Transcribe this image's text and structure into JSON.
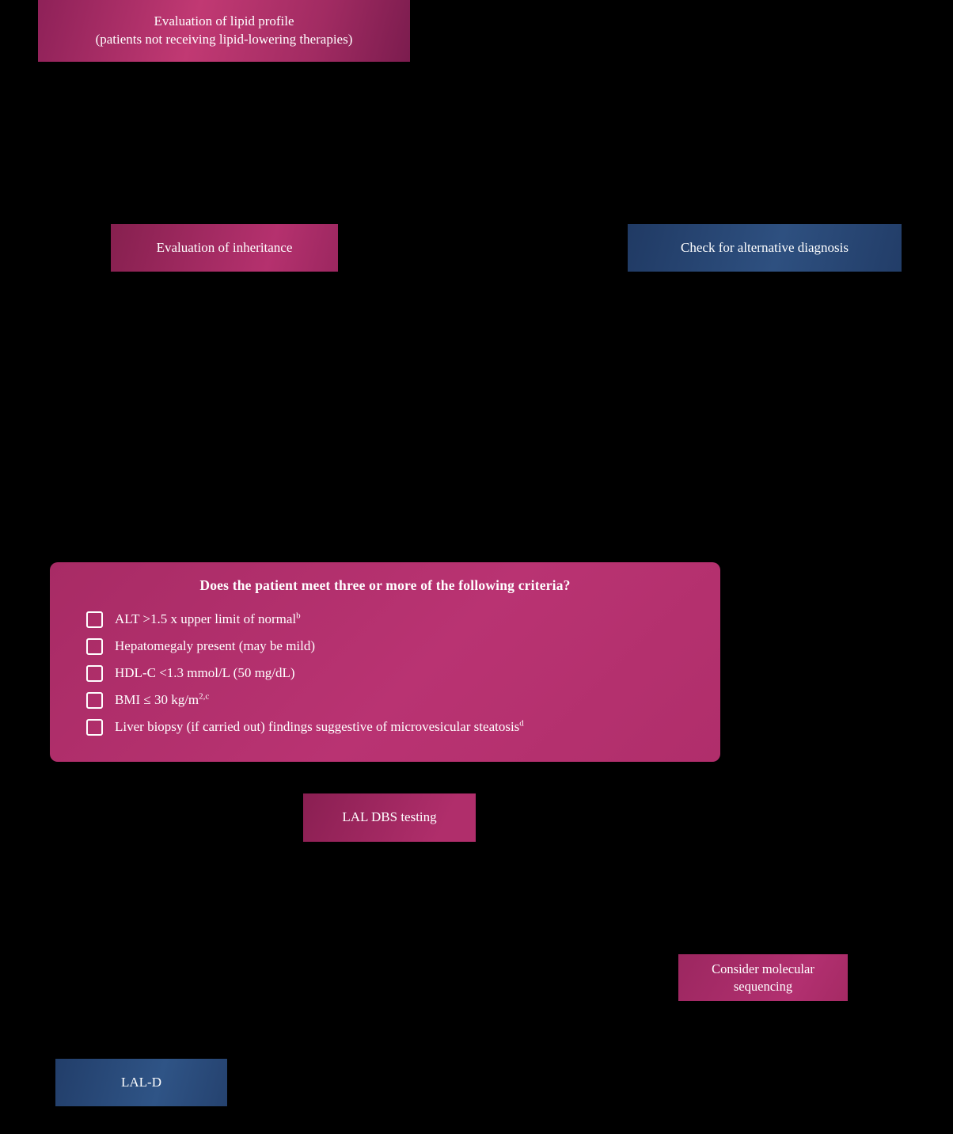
{
  "colors": {
    "background": "#000000",
    "magenta": "#b5316e",
    "magenta_dark": "#7b1c4e",
    "blue": "#2e5080",
    "blue_dark": "#203a64",
    "text": "#ffffff"
  },
  "lipid_box": {
    "line1": "Evaluation of lipid profile",
    "line2": "(patients not receiving lipid-lowering therapies)"
  },
  "inheritance_box": {
    "label": "Evaluation of inheritance"
  },
  "alt_diagnosis_box": {
    "label": "Check for alternative diagnosis"
  },
  "criteria_box": {
    "title": "Does the patient meet three or more of the following criteria?",
    "items": [
      {
        "text": "ALT >1.5 x upper limit of normal",
        "sup": "b"
      },
      {
        "text": "Hepatomegaly present (may be mild)",
        "sup": ""
      },
      {
        "text": "HDL-C <1.3 mmol/L (50 mg/dL)",
        "sup": ""
      },
      {
        "text": "BMI ≤ 30 kg/m",
        "sup": "2,c"
      },
      {
        "text": "Liver biopsy (if carried out) findings suggestive of microvesicular steatosis",
        "sup": "d"
      }
    ]
  },
  "lal_dbs_box": {
    "label": "LAL DBS testing"
  },
  "sequencing_box": {
    "line1": "Consider molecular",
    "line2": "sequencing"
  },
  "lald_box": {
    "label": "LAL-D"
  }
}
